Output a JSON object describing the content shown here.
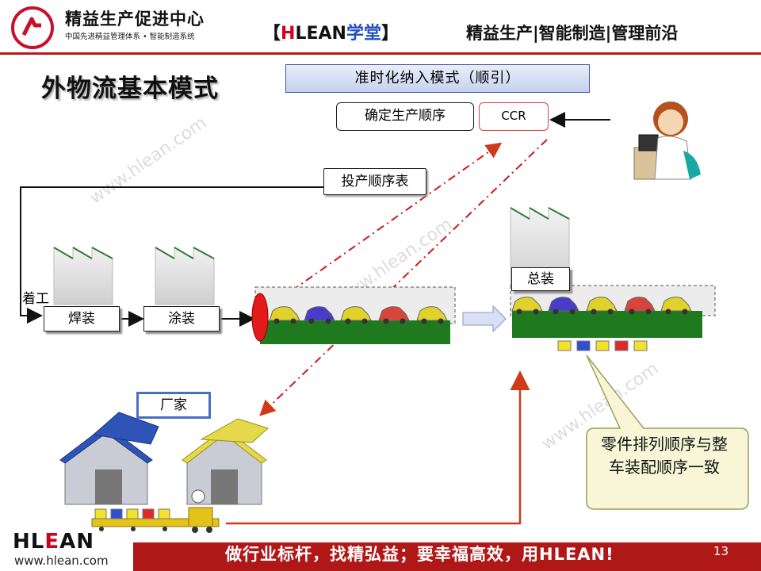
{
  "header": {
    "brand_name": "精益生产促进中心",
    "brand_sub": "中国先进精益管理体系 • 智能制造系统",
    "tag_left": "【",
    "tag_h": "H",
    "tag_lean": "LEAN",
    "tag_school": "学堂",
    "tag_right": "】",
    "slogan": "精益生产|智能制造|管理前沿"
  },
  "page_title": "外物流基本模式",
  "banner": "准时化纳入模式（顺引）",
  "boxes": {
    "sequence": "确定生产顺序",
    "ccr": "CCR",
    "schedule": "投产顺序表",
    "kaigong": "着工",
    "weld": "焊装",
    "paint": "涂装",
    "final_assembly": "总装",
    "supplier": "厂家"
  },
  "callout": "零件排列顺序与整车装配顺序一致",
  "watermark": "www.hlean.com",
  "footer": {
    "logo_h": "H",
    "logo_l": "L",
    "logo_e": "E",
    "logo_an": "AN",
    "url": "www.hlean.com",
    "slogan": "做行业标杆，找精弘益；要幸福高效，用HLEAN!",
    "page_number": "13"
  },
  "colors": {
    "brand_red": "#b01818",
    "accent_blue": "#4a6fc0",
    "flow_red": "#d03a1a",
    "line_green": "#1f7a1f",
    "factory_gray": "#d9d9d9"
  }
}
